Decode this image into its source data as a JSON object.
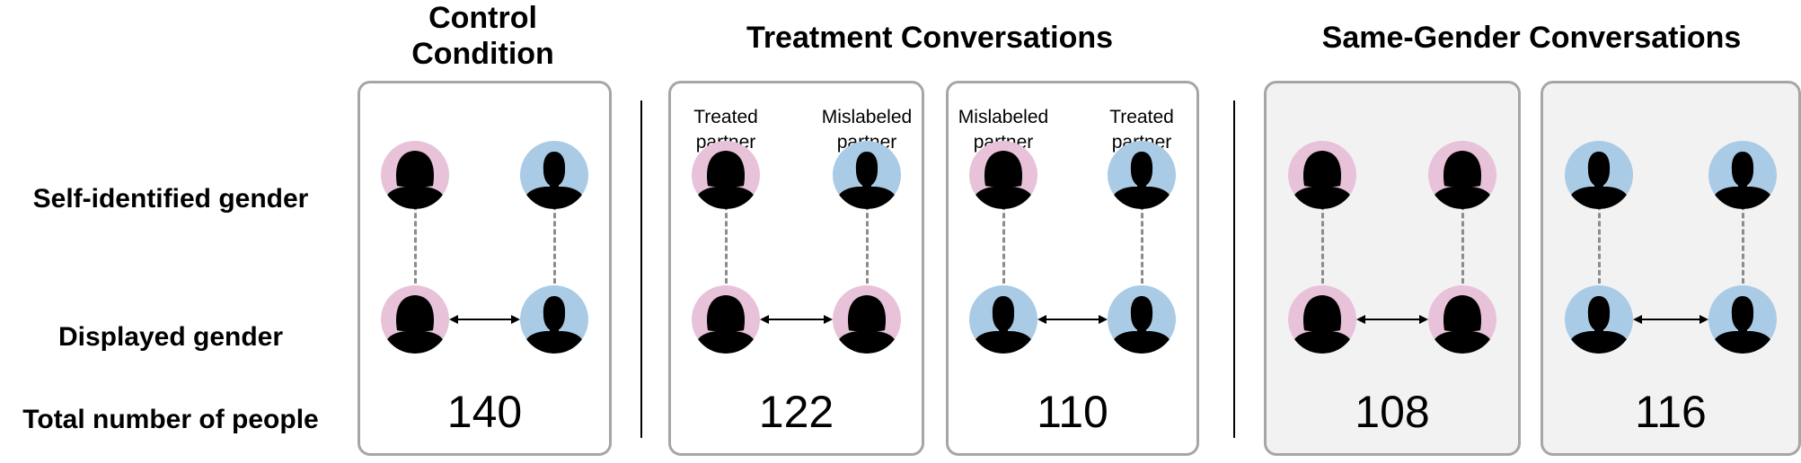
{
  "colors": {
    "female": "#e8c2d9",
    "male": "#aacbe6",
    "silhouette": "#000000",
    "border": "#a6a6a6",
    "shaded": "#f2f2f2"
  },
  "row_labels": {
    "self": "Self-identified gender",
    "displayed": "Displayed gender",
    "total": "Total number of people"
  },
  "headers": {
    "control": "Control\nCondition",
    "treatment": "Treatment Conversations",
    "same_gender": "Same-Gender Conversations"
  },
  "panels": [
    {
      "roles": [
        "",
        ""
      ],
      "self": [
        "female",
        "male"
      ],
      "displayed": [
        "female",
        "male"
      ],
      "total": "140"
    },
    {
      "roles": [
        "Treated\npartner",
        "Mislabeled\npartner"
      ],
      "self": [
        "female",
        "male"
      ],
      "displayed": [
        "female",
        "female"
      ],
      "total": "122"
    },
    {
      "roles": [
        "Mislabeled\npartner",
        "Treated\npartner"
      ],
      "self": [
        "female",
        "male"
      ],
      "displayed": [
        "male",
        "male"
      ],
      "total": "110"
    },
    {
      "roles": [
        "",
        ""
      ],
      "self": [
        "female",
        "female"
      ],
      "displayed": [
        "female",
        "female"
      ],
      "total": "108"
    },
    {
      "roles": [
        "",
        ""
      ],
      "self": [
        "male",
        "male"
      ],
      "displayed": [
        "male",
        "male"
      ],
      "total": "116"
    }
  ]
}
